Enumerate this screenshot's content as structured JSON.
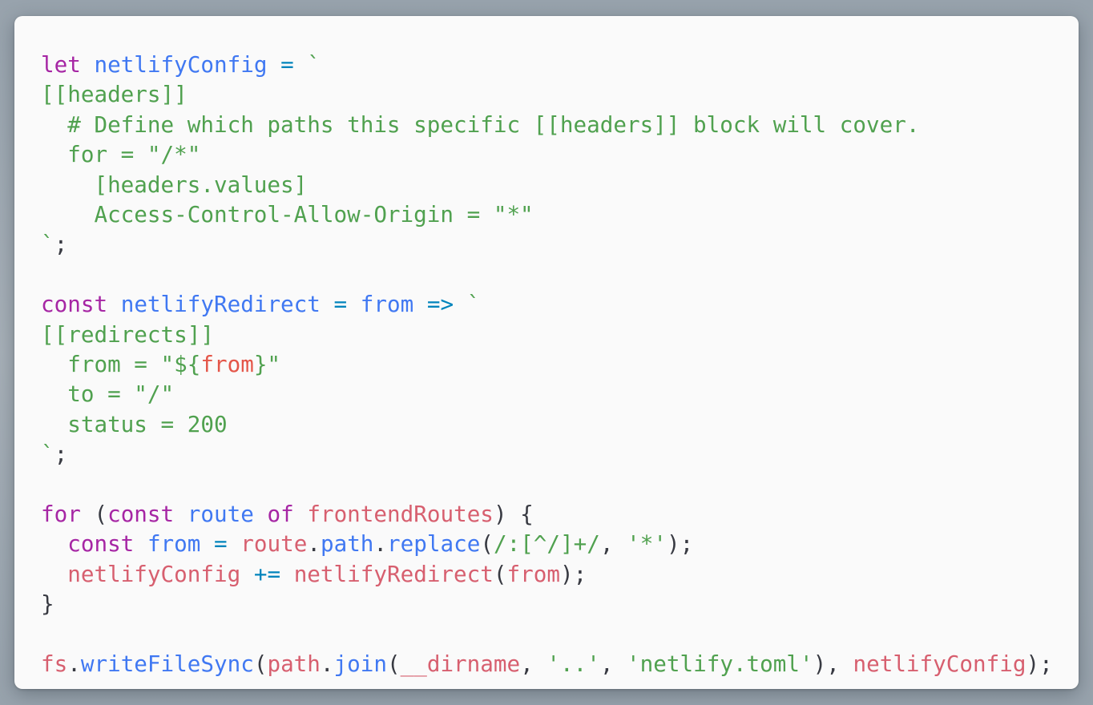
{
  "code": {
    "lines": [
      [
        [
          "kw",
          "let"
        ],
        [
          "pun",
          " "
        ],
        [
          "fn",
          "netlifyConfig"
        ],
        [
          "pun",
          " "
        ],
        [
          "op",
          "="
        ],
        [
          "pun",
          " "
        ],
        [
          "str",
          "`"
        ]
      ],
      [
        [
          "str",
          "[[headers]]"
        ]
      ],
      [
        [
          "str",
          "  # Define which paths this specific [[headers]] block will cover."
        ]
      ],
      [
        [
          "str",
          "  for = \"/*\""
        ]
      ],
      [
        [
          "str",
          "    [headers.values]"
        ]
      ],
      [
        [
          "str",
          "    Access-Control-Allow-Origin = \"*\""
        ]
      ],
      [
        [
          "str",
          "`"
        ],
        [
          "pun",
          ";"
        ]
      ],
      [],
      [
        [
          "kw",
          "const"
        ],
        [
          "pun",
          " "
        ],
        [
          "fn",
          "netlifyRedirect"
        ],
        [
          "pun",
          " "
        ],
        [
          "op",
          "="
        ],
        [
          "pun",
          " "
        ],
        [
          "fn",
          "from"
        ],
        [
          "pun",
          " "
        ],
        [
          "op",
          "=>"
        ],
        [
          "pun",
          " "
        ],
        [
          "str",
          "`"
        ]
      ],
      [
        [
          "str",
          "[[redirects]]"
        ]
      ],
      [
        [
          "str",
          "  from = \"${"
        ],
        [
          "var",
          "from"
        ],
        [
          "str",
          "}\""
        ]
      ],
      [
        [
          "str",
          "  to = \"/\""
        ]
      ],
      [
        [
          "str",
          "  status = 200"
        ]
      ],
      [
        [
          "str",
          "`"
        ],
        [
          "pun",
          ";"
        ]
      ],
      [],
      [
        [
          "kw",
          "for"
        ],
        [
          "pun",
          " ("
        ],
        [
          "kw",
          "const"
        ],
        [
          "pun",
          " "
        ],
        [
          "fn",
          "route"
        ],
        [
          "pun",
          " "
        ],
        [
          "kw",
          "of"
        ],
        [
          "pun",
          " "
        ],
        [
          "obj",
          "frontendRoutes"
        ],
        [
          "pun",
          ") {"
        ]
      ],
      [
        [
          "pun",
          "  "
        ],
        [
          "kw",
          "const"
        ],
        [
          "pun",
          " "
        ],
        [
          "fn",
          "from"
        ],
        [
          "pun",
          " "
        ],
        [
          "op",
          "="
        ],
        [
          "pun",
          " "
        ],
        [
          "obj",
          "route"
        ],
        [
          "pun",
          "."
        ],
        [
          "fn",
          "path"
        ],
        [
          "pun",
          "."
        ],
        [
          "fn",
          "replace"
        ],
        [
          "pun",
          "("
        ],
        [
          "str",
          "/:[^/]+/"
        ],
        [
          "pun",
          ", "
        ],
        [
          "str",
          "'*'"
        ],
        [
          "pun",
          ");"
        ]
      ],
      [
        [
          "pun",
          "  "
        ],
        [
          "obj",
          "netlifyConfig"
        ],
        [
          "pun",
          " "
        ],
        [
          "op",
          "+="
        ],
        [
          "pun",
          " "
        ],
        [
          "obj",
          "netlifyRedirect"
        ],
        [
          "pun",
          "("
        ],
        [
          "obj",
          "from"
        ],
        [
          "pun",
          ");"
        ]
      ],
      [
        [
          "pun",
          "}"
        ]
      ],
      [],
      [
        [
          "obj",
          "fs"
        ],
        [
          "pun",
          "."
        ],
        [
          "fn",
          "writeFileSync"
        ],
        [
          "pun",
          "("
        ],
        [
          "obj",
          "path"
        ],
        [
          "pun",
          "."
        ],
        [
          "fn",
          "join"
        ],
        [
          "pun",
          "("
        ],
        [
          "obj",
          "__dirname"
        ],
        [
          "pun",
          ", "
        ],
        [
          "str",
          "'..'"
        ],
        [
          "pun",
          ", "
        ],
        [
          "str",
          "'netlify.toml'"
        ],
        [
          "pun",
          "), "
        ],
        [
          "obj",
          "netlifyConfig"
        ],
        [
          "pun",
          ");"
        ]
      ]
    ]
  },
  "colors": {
    "background": "#fafafa",
    "keyword": "#a626a4",
    "function": "#4078f2",
    "operator": "#0184bc",
    "string": "#50a14f",
    "variable": "#e45649",
    "object": "#d75f6f",
    "text": "#383a42"
  }
}
